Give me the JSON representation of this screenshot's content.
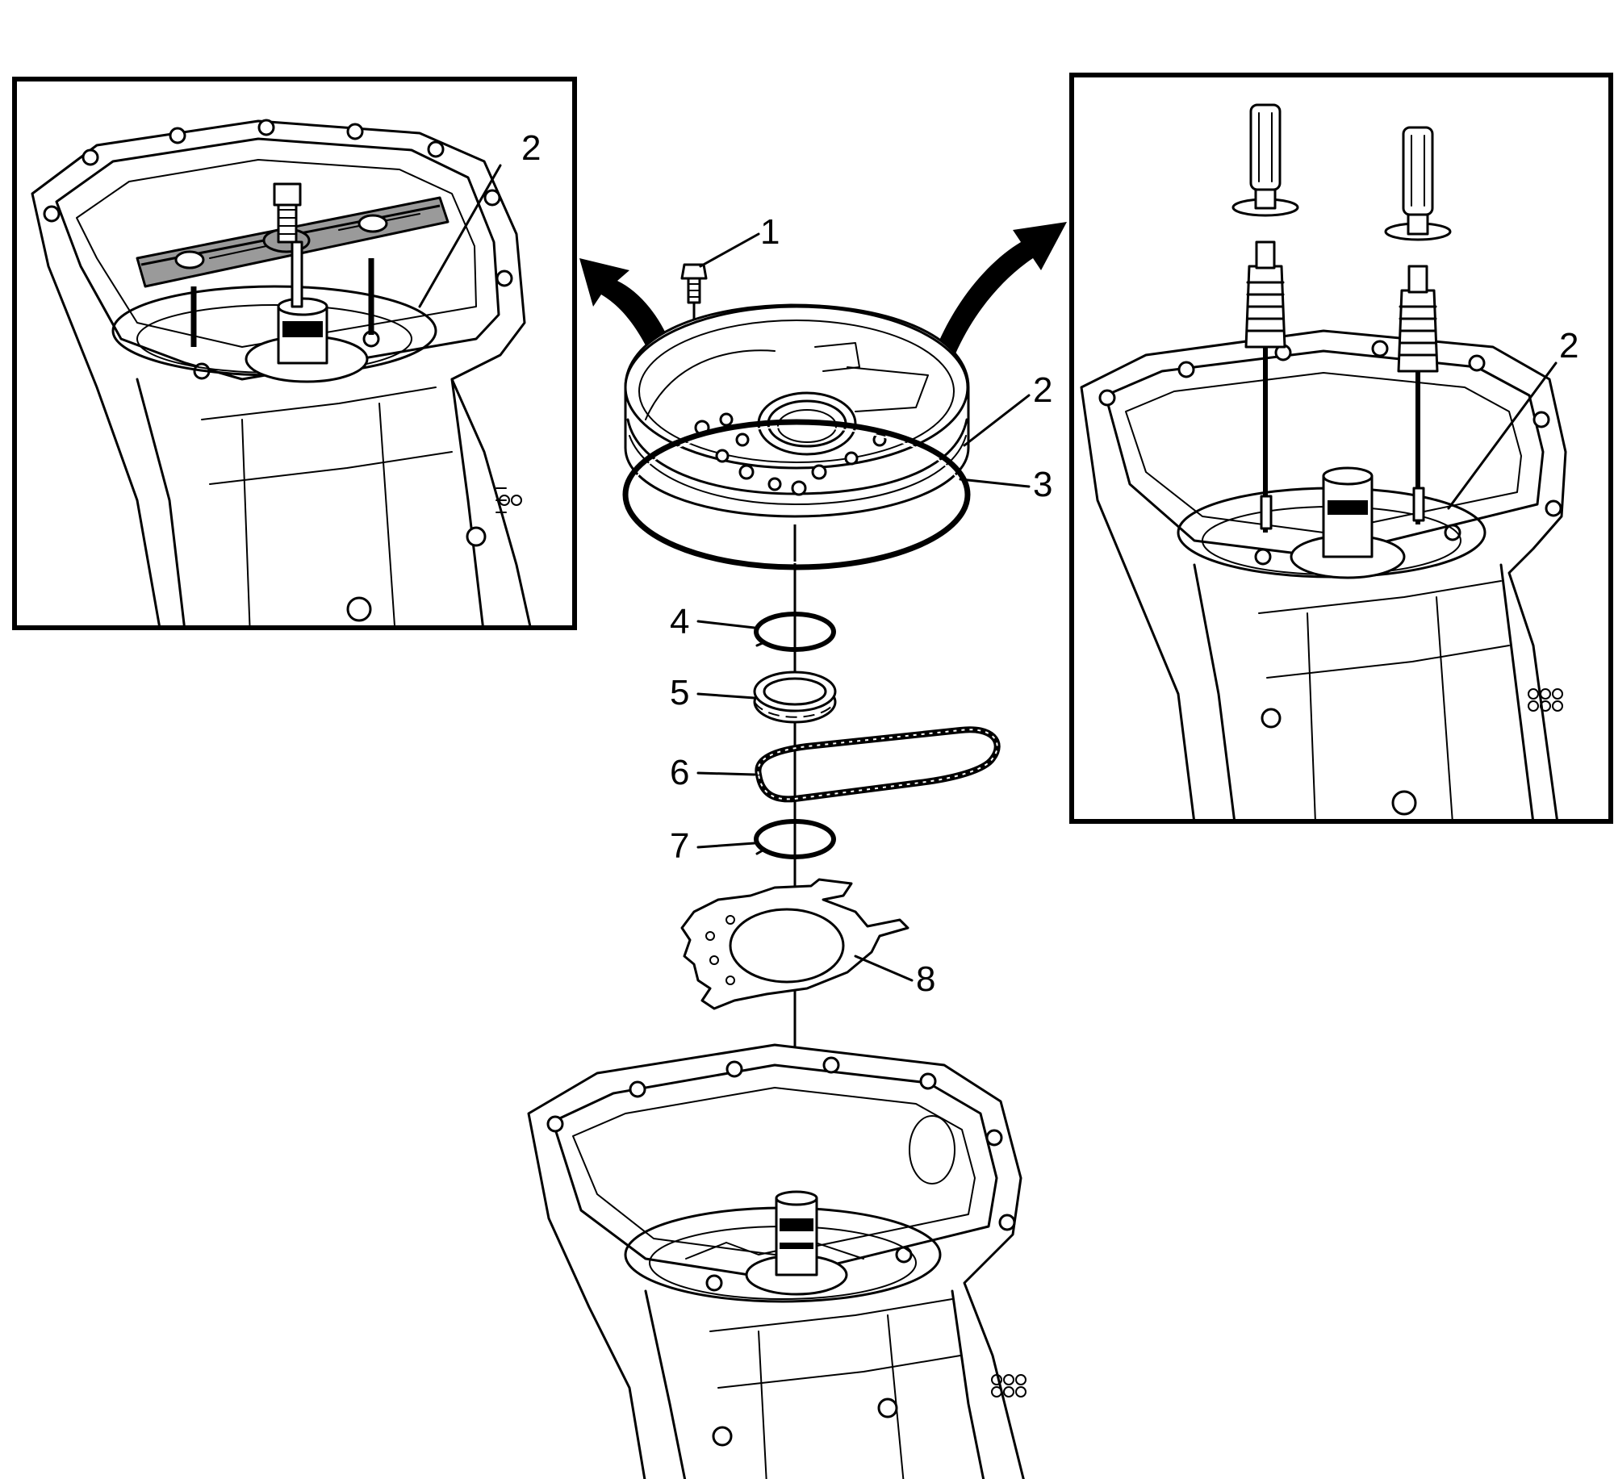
{
  "callouts": {
    "c1": "1",
    "c2": "2",
    "c3": "3",
    "c4": "4",
    "c5": "5",
    "c6": "6",
    "c7": "7",
    "c8": "8",
    "left_inset_2": "2",
    "right_inset_2": "2"
  },
  "colors": {
    "line": "#000000",
    "tool_fill": "#9a9a9a",
    "background": "#ffffff"
  }
}
